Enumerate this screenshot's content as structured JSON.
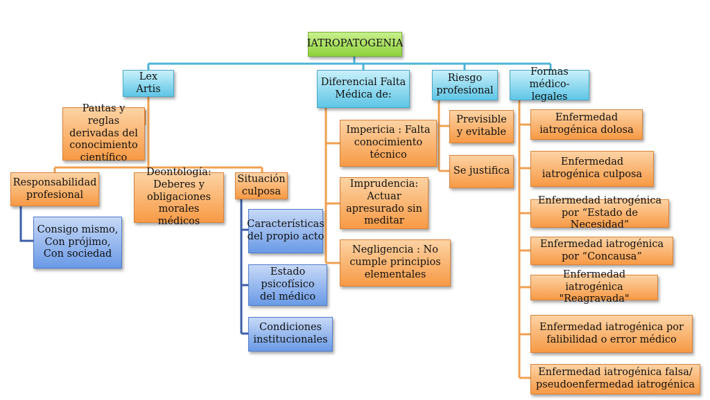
{
  "root": "IATROPATOGENIA",
  "branches": {
    "lex_artis": "Lex Artis",
    "diferencial": "Diferencial Falta Médica de:",
    "riesgo": "Riesgo profesional",
    "formas": "Formas médico-legales"
  },
  "lex_artis_children": {
    "pautas": "Pautas y reglas derivadas del conocimiento científico",
    "responsabilidad": "Responsabilidad profesional",
    "deontologia": "Deontología: Deberes y obligaciones morales médicos",
    "situacion": "Situación culposa"
  },
  "responsabilidad_children": {
    "consigo": "Consigo mismo, Con prójimo, Con sociedad"
  },
  "situacion_children": {
    "caracteristicas": "Características del propio acto",
    "estado": "Estado psicofísico del médico",
    "condiciones": "Condiciones institucionales"
  },
  "diferencial_children": {
    "impericia": "Impericia : Falta conocimiento técnico",
    "imprudencia": "Imprudencia: Actuar apresurado sin meditar",
    "negligencia": "Negligencia : No cumple principios elementales"
  },
  "riesgo_children": {
    "previsible": "Previsible y evitable",
    "justifica": "Se justifica"
  },
  "formas_children": {
    "dolosa": "Enfermedad iatrogénica dolosa",
    "culposa": "Enfermedad iatrogénica culposa",
    "necesidad": "Enfermedad iatrogénica por “Estado de Necesidad”",
    "concausa": "Enfermedad iatrogénica por “Concausa”",
    "reagravada": "Enfermedad iatrogénica \"Reagravada\"",
    "falibilidad": "Enfermedad iatrogénica por falibilidad o error médico",
    "falsa": "Enfermedad iatrogénica falsa/ pseudoenfermedad iatrogénica"
  },
  "colors": {
    "root": "#8ed23c",
    "level1": "#5fc6e6",
    "level2": "#f79a45",
    "level3": "#6a9ae6",
    "connector_blue": "#4bb3d6",
    "connector_orange": "#f0a050",
    "connector_darkblue": "#3c5fa8"
  }
}
